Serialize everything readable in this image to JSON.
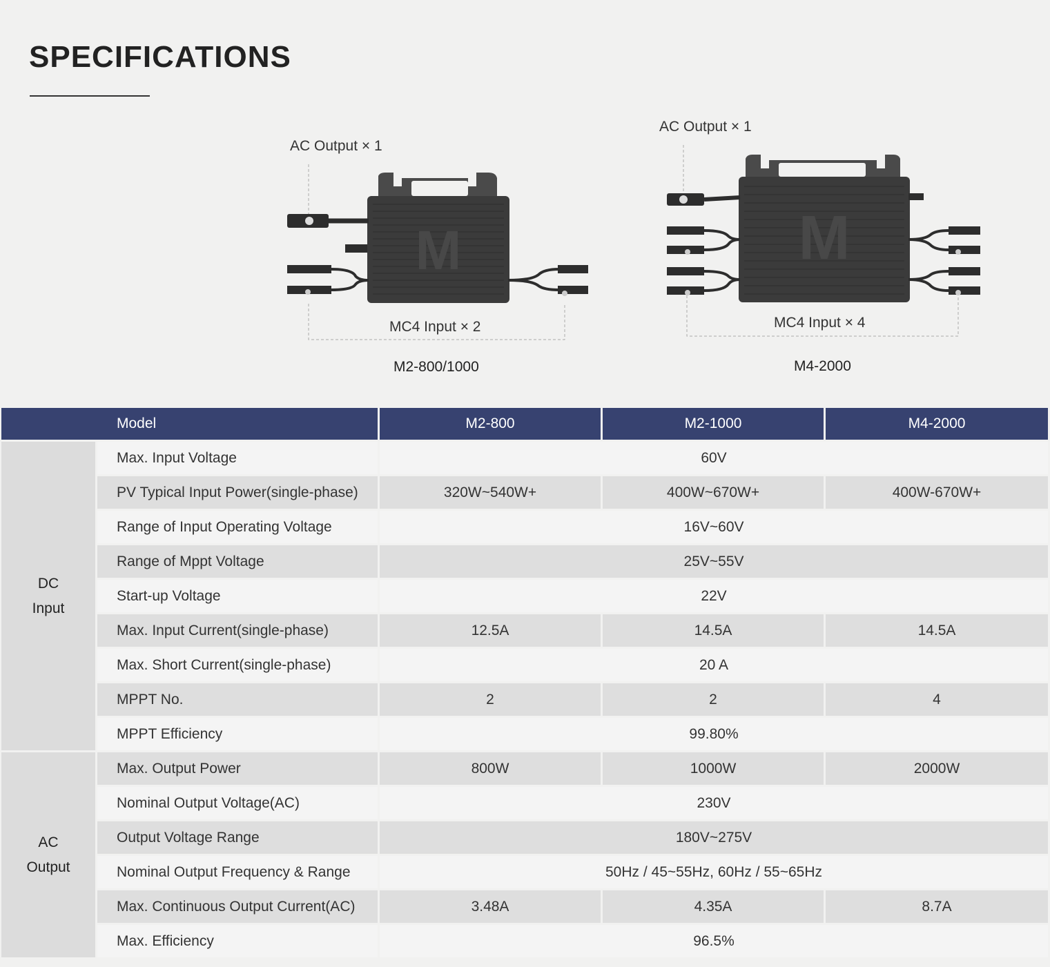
{
  "page": {
    "title": "SPECIFICATIONS"
  },
  "diagrams": [
    {
      "ac_callout": "AC Output × 1",
      "mc4_callout": "MC4 Input × 2",
      "caption": "M2-800/1000"
    },
    {
      "ac_callout": "AC Output × 1",
      "mc4_callout": "MC4 Input × 4",
      "caption": "M4-2000"
    }
  ],
  "table": {
    "model_header": "Model",
    "columns": [
      "M2-800",
      "M2-1000",
      "M4-2000"
    ],
    "groups": [
      {
        "name_line1": "DC",
        "name_line2": "Input",
        "rows": [
          {
            "label": "Max. Input Voltage",
            "values": [
              "60V"
            ]
          },
          {
            "label": "PV Typical Input Power(single-phase)",
            "values": [
              "320W~540W+",
              "400W~670W+",
              "400W-670W+"
            ]
          },
          {
            "label": "Range of Input Operating Voltage",
            "values": [
              "16V~60V"
            ]
          },
          {
            "label": "Range of Mppt Voltage",
            "values": [
              "25V~55V"
            ]
          },
          {
            "label": "Start-up Voltage",
            "values": [
              "22V"
            ]
          },
          {
            "label": "Max. Input Current(single-phase)",
            "values": [
              "12.5A",
              "14.5A",
              "14.5A"
            ]
          },
          {
            "label": "Max. Short Current(single-phase)",
            "values": [
              "20 A"
            ]
          },
          {
            "label": "MPPT No.",
            "values": [
              "2",
              "2",
              "4"
            ]
          },
          {
            "label": "MPPT Efficiency",
            "values": [
              "99.80%"
            ]
          }
        ]
      },
      {
        "name_line1": "AC",
        "name_line2": "Output",
        "rows": [
          {
            "label": "Max. Output Power",
            "values": [
              "800W",
              "1000W",
              "2000W"
            ]
          },
          {
            "label": "Nominal Output Voltage(AC)",
            "values": [
              "230V"
            ]
          },
          {
            "label": "Output Voltage Range",
            "values": [
              "180V~275V"
            ]
          },
          {
            "label": "Nominal Output Frequency & Range",
            "values": [
              "50Hz / 45~55Hz, 60Hz / 55~65Hz"
            ]
          },
          {
            "label": "Max. Continuous Output Current(AC)",
            "values": [
              "3.48A",
              "4.35A",
              "8.7A"
            ]
          },
          {
            "label": "Max. Efficiency",
            "values": [
              "96.5%"
            ]
          }
        ]
      }
    ]
  }
}
